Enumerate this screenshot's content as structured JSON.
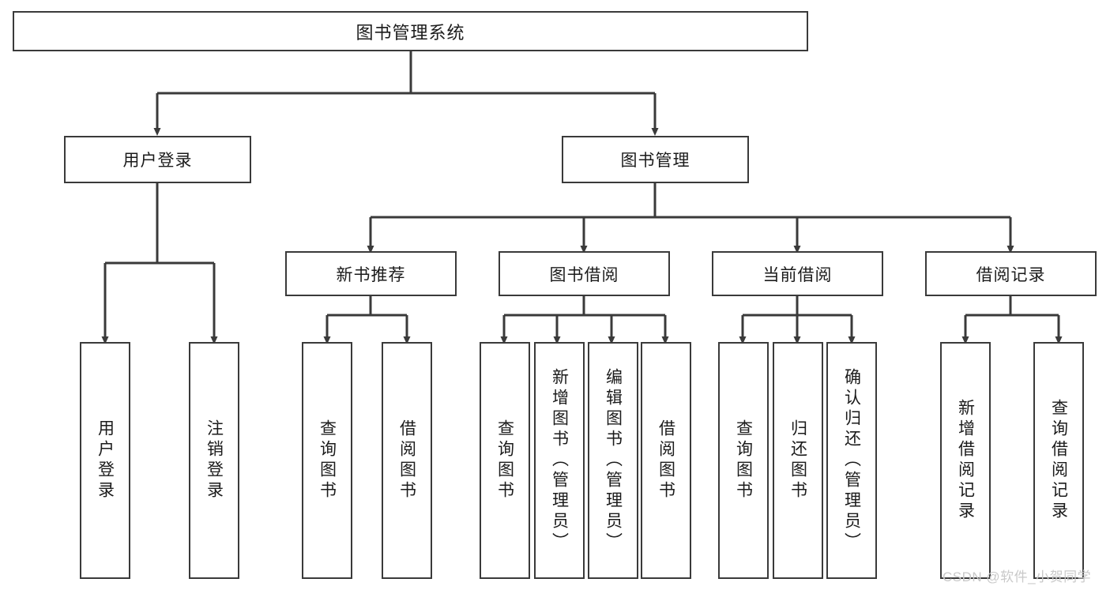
{
  "diagram": {
    "title": "图书管理系统",
    "type": "hierarchy-tree",
    "colors": {
      "background": "#ffffff",
      "box_border": "#3a3a3a",
      "box_fill": "#ffffff",
      "edge": "#3a3a3a",
      "text": "#1b1b1b",
      "watermark": "#c9c9c9"
    },
    "root": {
      "label": "图书管理系统"
    },
    "level2": [
      {
        "label": "用户登录"
      },
      {
        "label": "图书管理"
      }
    ],
    "level3": [
      {
        "label": "新书推荐"
      },
      {
        "label": "图书借阅"
      },
      {
        "label": "当前借阅"
      },
      {
        "label": "借阅记录"
      }
    ],
    "leaves": {
      "user_login": [
        {
          "label": "用户登录"
        },
        {
          "label": "注销登录"
        }
      ],
      "new_book_recommend": [
        {
          "label": "查询图书"
        },
        {
          "label": "借阅图书"
        }
      ],
      "book_borrow": [
        {
          "label": "查询图书"
        },
        {
          "label": "新增图书（管理员）"
        },
        {
          "label": "编辑图书（管理员）"
        },
        {
          "label": "借阅图书"
        }
      ],
      "current_borrow": [
        {
          "label": "查询图书"
        },
        {
          "label": "归还图书"
        },
        {
          "label": "确认归还（管理员）"
        }
      ],
      "borrow_record": [
        {
          "label": "新增借阅记录"
        },
        {
          "label": "查询借阅记录"
        }
      ]
    }
  },
  "watermark": {
    "text": "CSDN @软件_小贺同学"
  }
}
